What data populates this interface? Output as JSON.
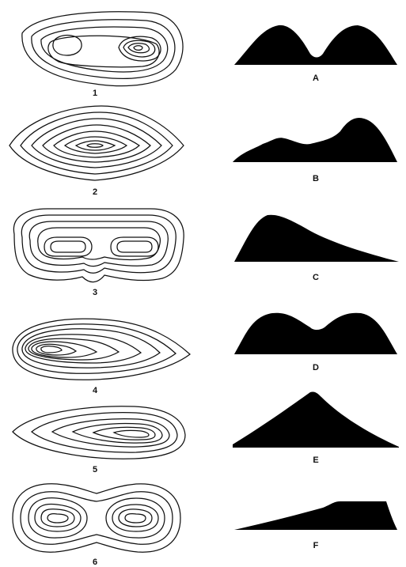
{
  "contour_maps": [
    {
      "label": "1"
    },
    {
      "label": "2"
    },
    {
      "label": "3"
    },
    {
      "label": "4"
    },
    {
      "label": "5"
    },
    {
      "label": "6"
    }
  ],
  "profiles": [
    {
      "label": "A"
    },
    {
      "label": "B"
    },
    {
      "label": "C"
    },
    {
      "label": "D"
    },
    {
      "label": "E"
    },
    {
      "label": "F"
    }
  ],
  "colors": {
    "ink": "#000000",
    "background": "#ffffff"
  }
}
